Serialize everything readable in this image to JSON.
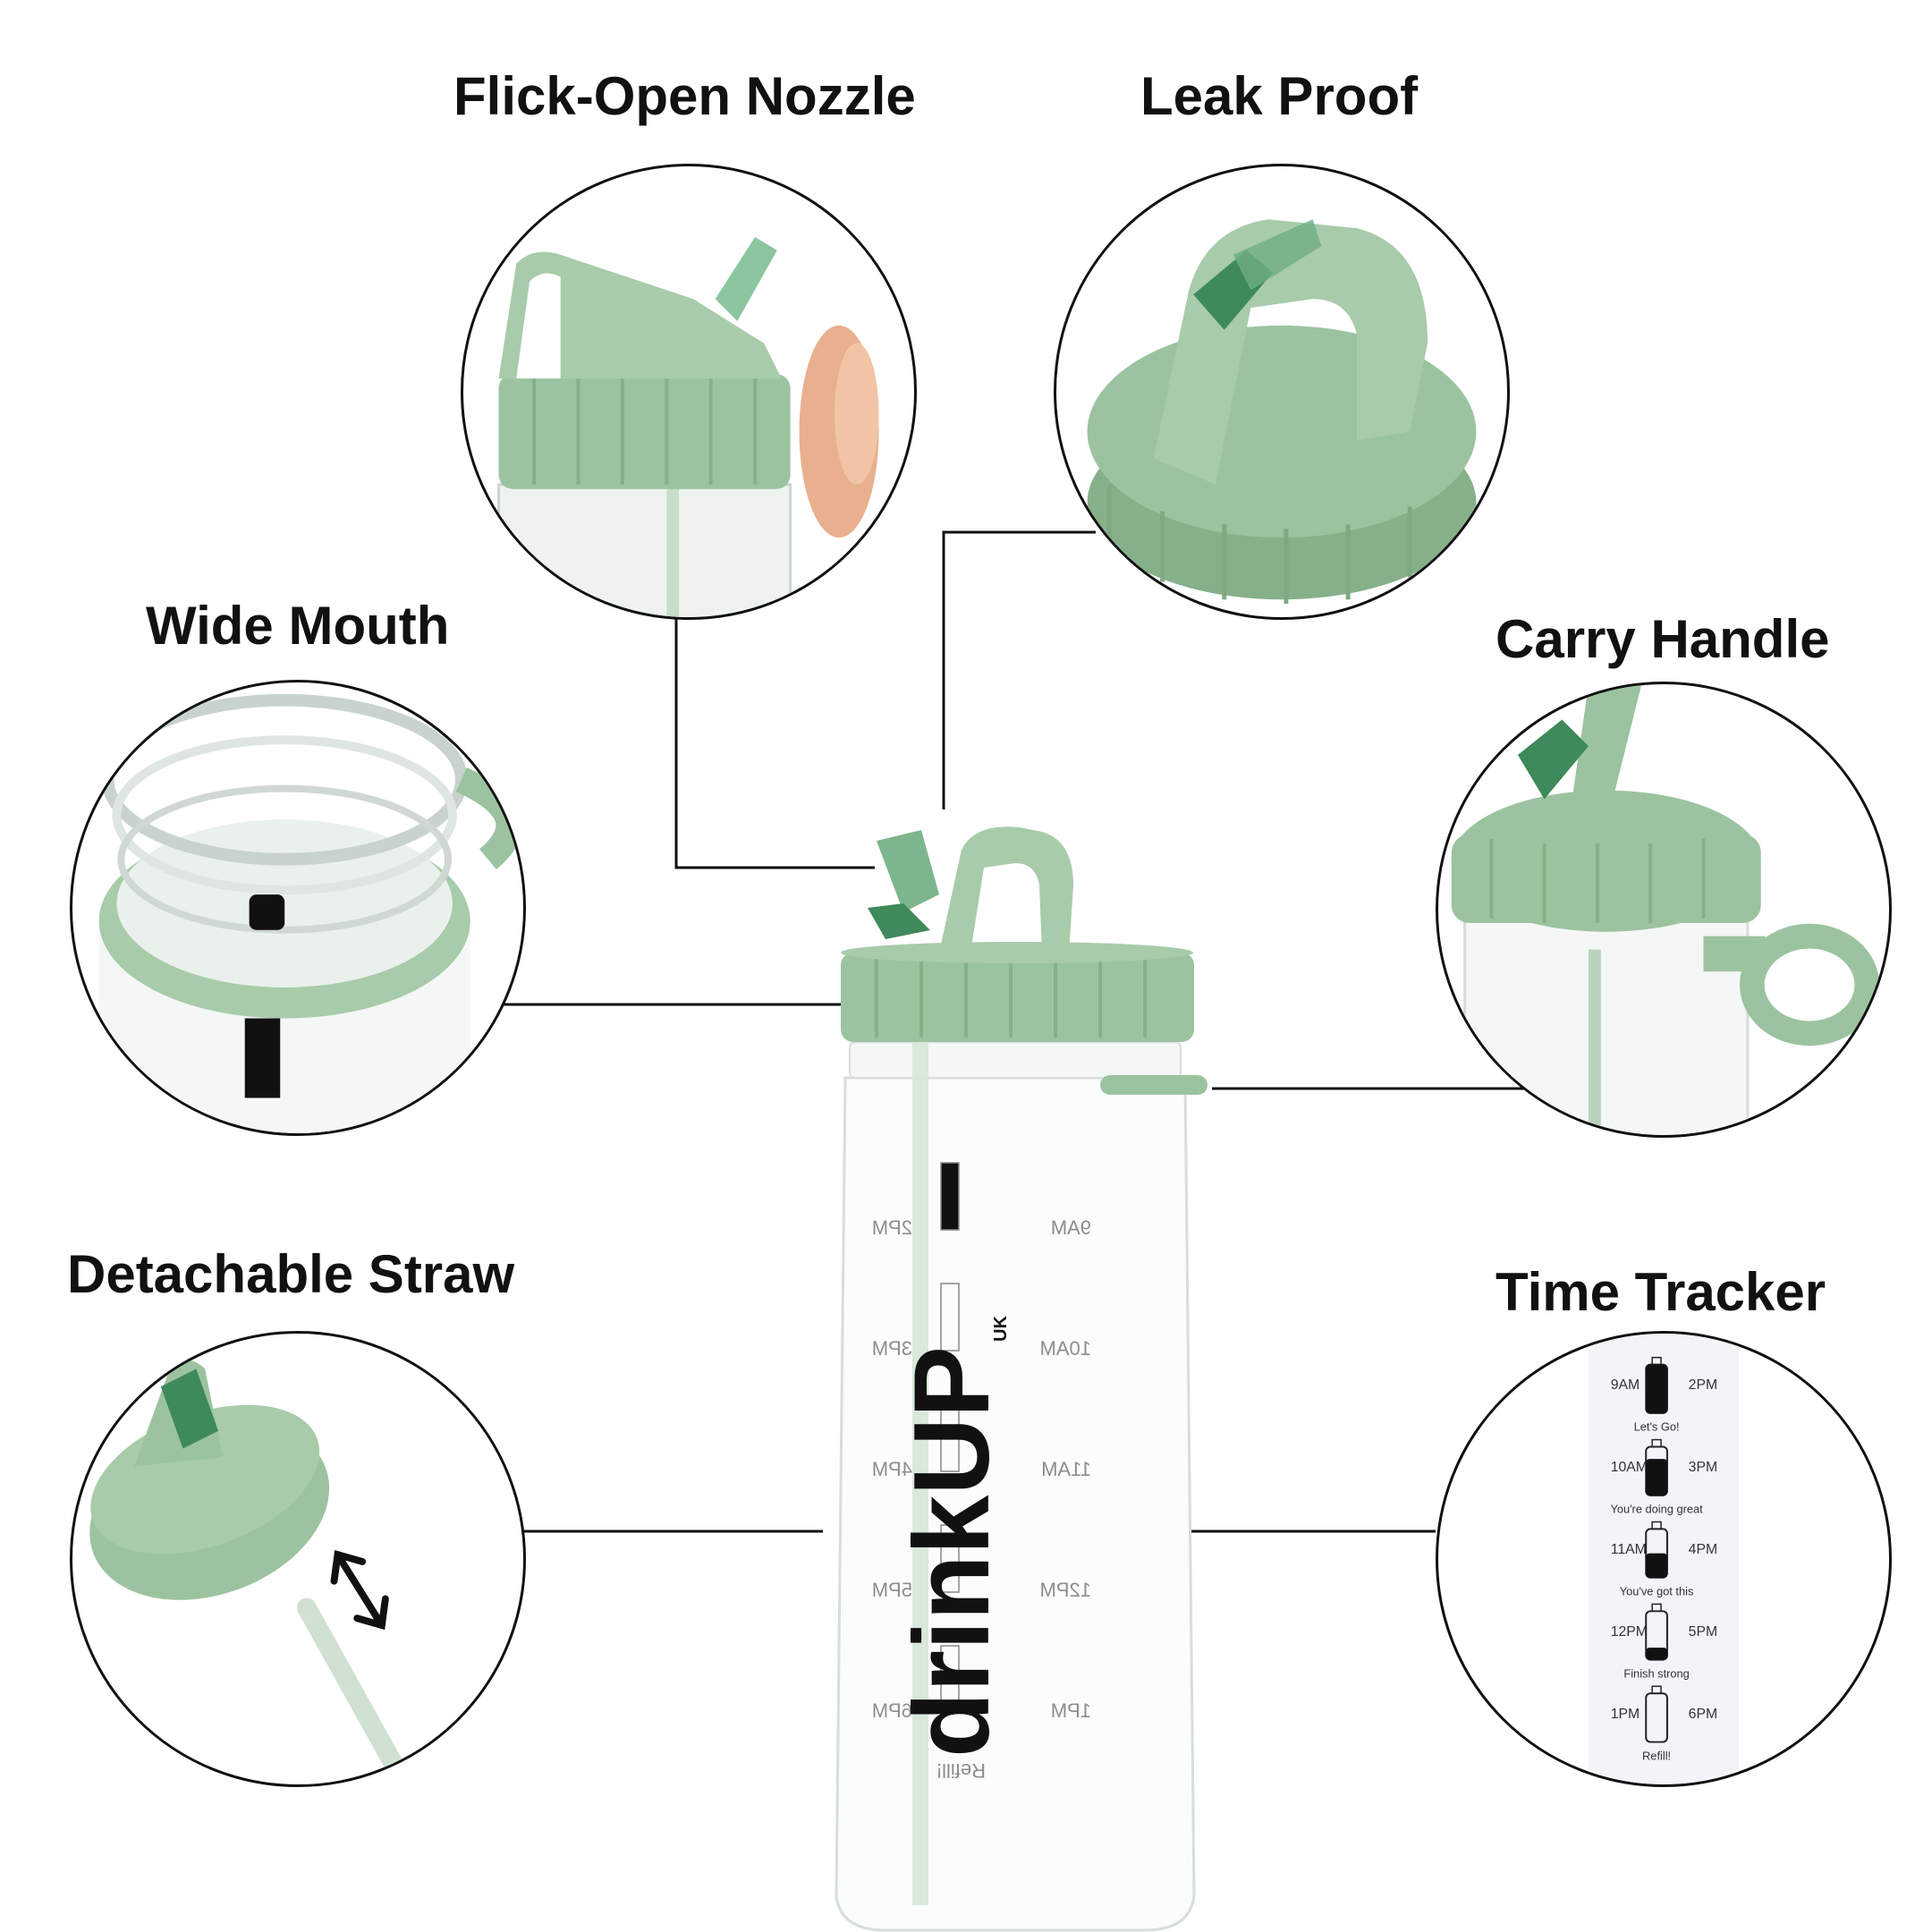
{
  "features": {
    "flick_open_nozzle": "Flick-Open Nozzle",
    "leak_proof": "Leak Proof",
    "wide_mouth": "Wide Mouth",
    "carry_handle": "Carry Handle",
    "detachable_straw": "Detachable Straw",
    "time_tracker": "Time Tracker"
  },
  "bottle": {
    "brand": "drinkUP",
    "brand_suffix": "UK",
    "left_times": [
      "2PM",
      "3PM",
      "4PM",
      "5PM",
      "6PM"
    ],
    "right_times": [
      "9AM",
      "10AM",
      "11AM",
      "12PM",
      "1PM"
    ],
    "refill": "Refill!"
  },
  "tracker": {
    "rows": [
      {
        "left": "9AM",
        "right": "2PM",
        "note": "Let's Go!"
      },
      {
        "left": "10AM",
        "right": "3PM",
        "note": "You're doing great"
      },
      {
        "left": "11AM",
        "right": "4PM",
        "note": "You've got this"
      },
      {
        "left": "12PM",
        "right": "5PM",
        "note": "Finish strong"
      },
      {
        "left": "1PM",
        "right": "6PM",
        "note": "Refill!"
      }
    ]
  },
  "colors": {
    "cap_green": "#9cc39f",
    "cap_dark": "#7fa883",
    "nozzle_green": "#3f8a5a",
    "line": "#111111"
  },
  "icons": {
    "arrow": "double-headed-arrow"
  }
}
